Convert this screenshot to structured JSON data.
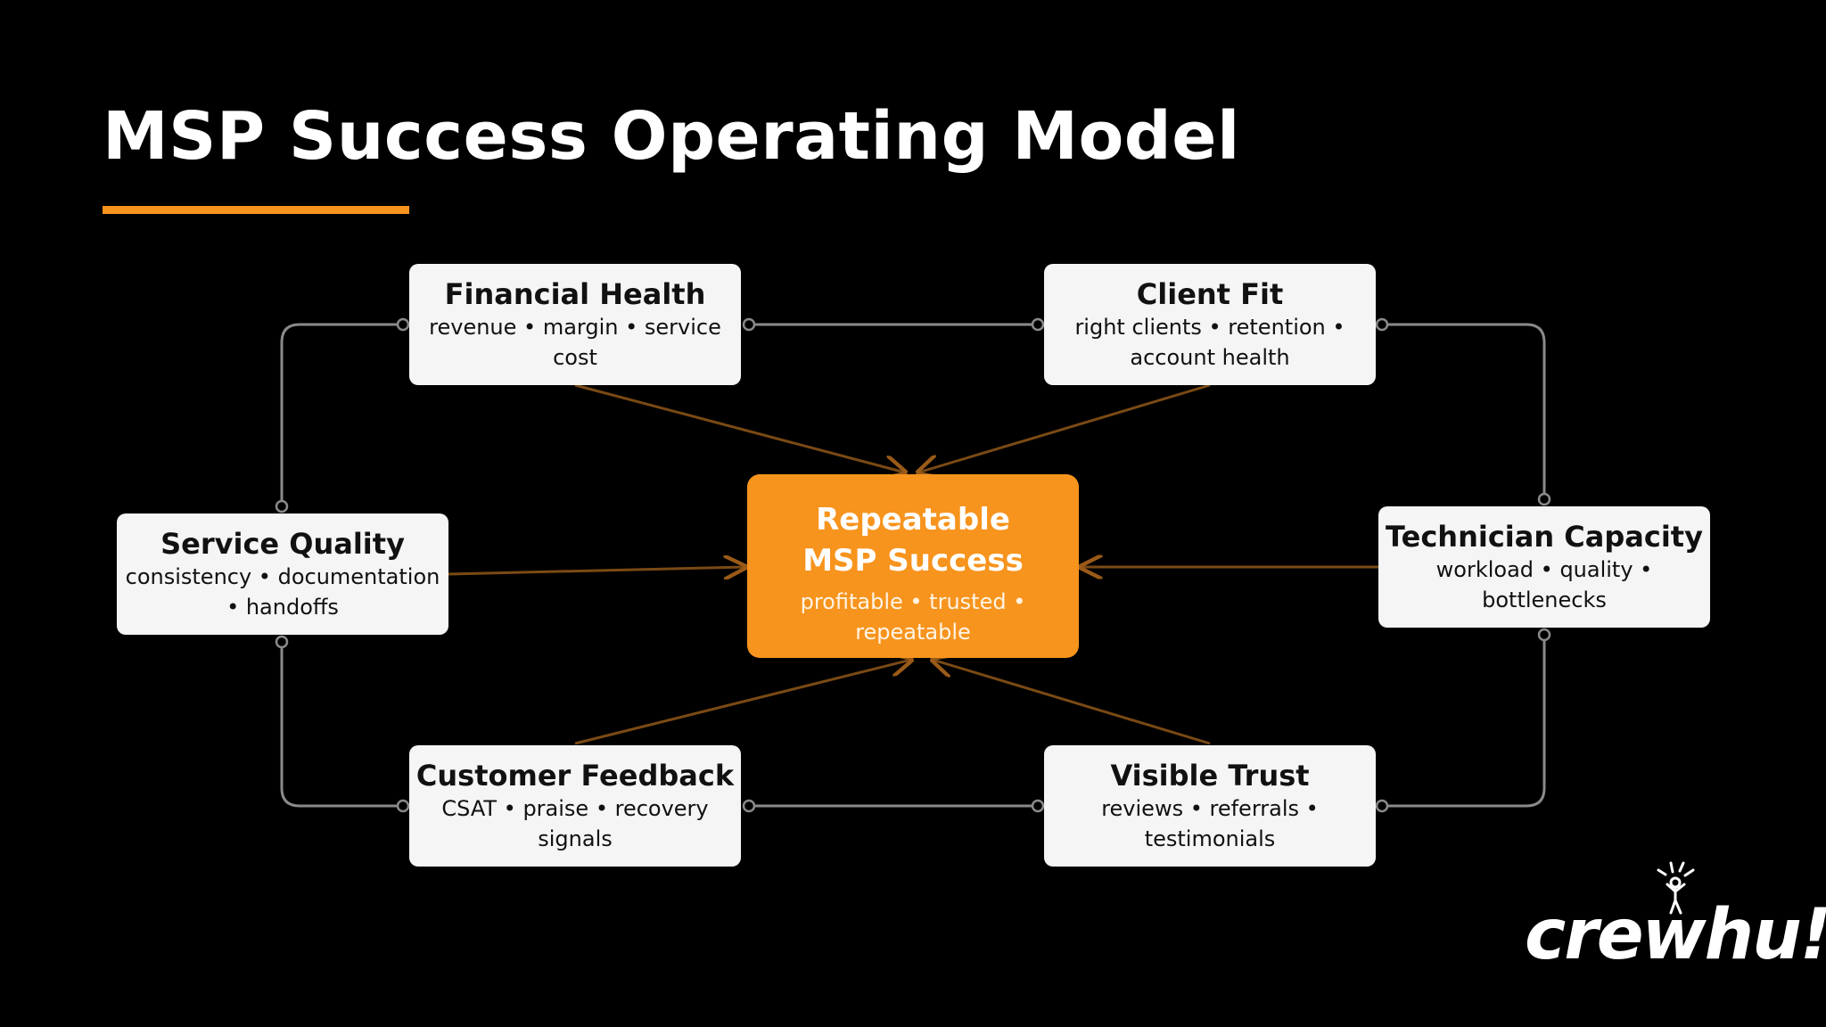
{
  "title": "MSP Success Operating Model",
  "colors": {
    "accent": "#f7941d",
    "background": "#000000",
    "box": "#f5f5f5",
    "ring_line": "#8a8a8a",
    "spoke": "#7a4a14"
  },
  "center": {
    "title": "Repeatable MSP Success",
    "subtitle": "profitable • trusted • repeatable"
  },
  "nodes": {
    "financial_health": {
      "title": "Financial Health",
      "subtitle": "revenue • margin • service cost"
    },
    "client_fit": {
      "title": "Client Fit",
      "subtitle": "right clients • retention • account health"
    },
    "service_quality": {
      "title": "Service Quality",
      "subtitle": "consistency • documentation • handoffs"
    },
    "technician_capacity": {
      "title": "Technician Capacity",
      "subtitle": "workload • quality • bottlenecks"
    },
    "customer_feedback": {
      "title": "Customer Feedback",
      "subtitle": "CSAT • praise • recovery signals"
    },
    "visible_trust": {
      "title": "Visible Trust",
      "subtitle": "reviews • referrals • testimonials"
    }
  },
  "logo": {
    "text": "crewhu!",
    "icon": "cheering-person-icon"
  }
}
